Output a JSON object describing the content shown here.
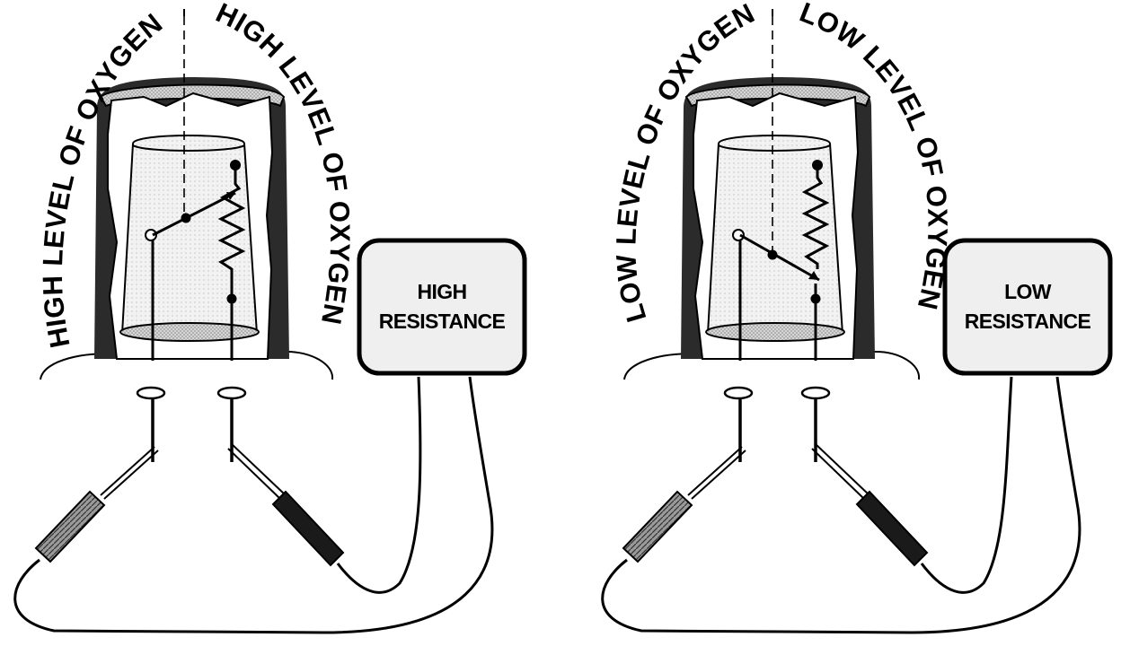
{
  "panels": [
    {
      "id": "high",
      "left_label": "HIGH LEVEL OF OXYGEN",
      "right_label": "HIGH LEVEL OF OXYGEN",
      "meter_line1": "HIGH",
      "meter_line2": "RESISTANCE"
    },
    {
      "id": "low",
      "left_label": "LOW LEVEL OF OXYGEN",
      "right_label": "LOW LEVEL OF OXYGEN",
      "meter_line1": "LOW",
      "meter_line2": "RESISTANCE"
    }
  ],
  "colors": {
    "ink": "#000000",
    "meter_fill": "#efefef",
    "shading": "#bdbdbd",
    "background": "#ffffff"
  }
}
